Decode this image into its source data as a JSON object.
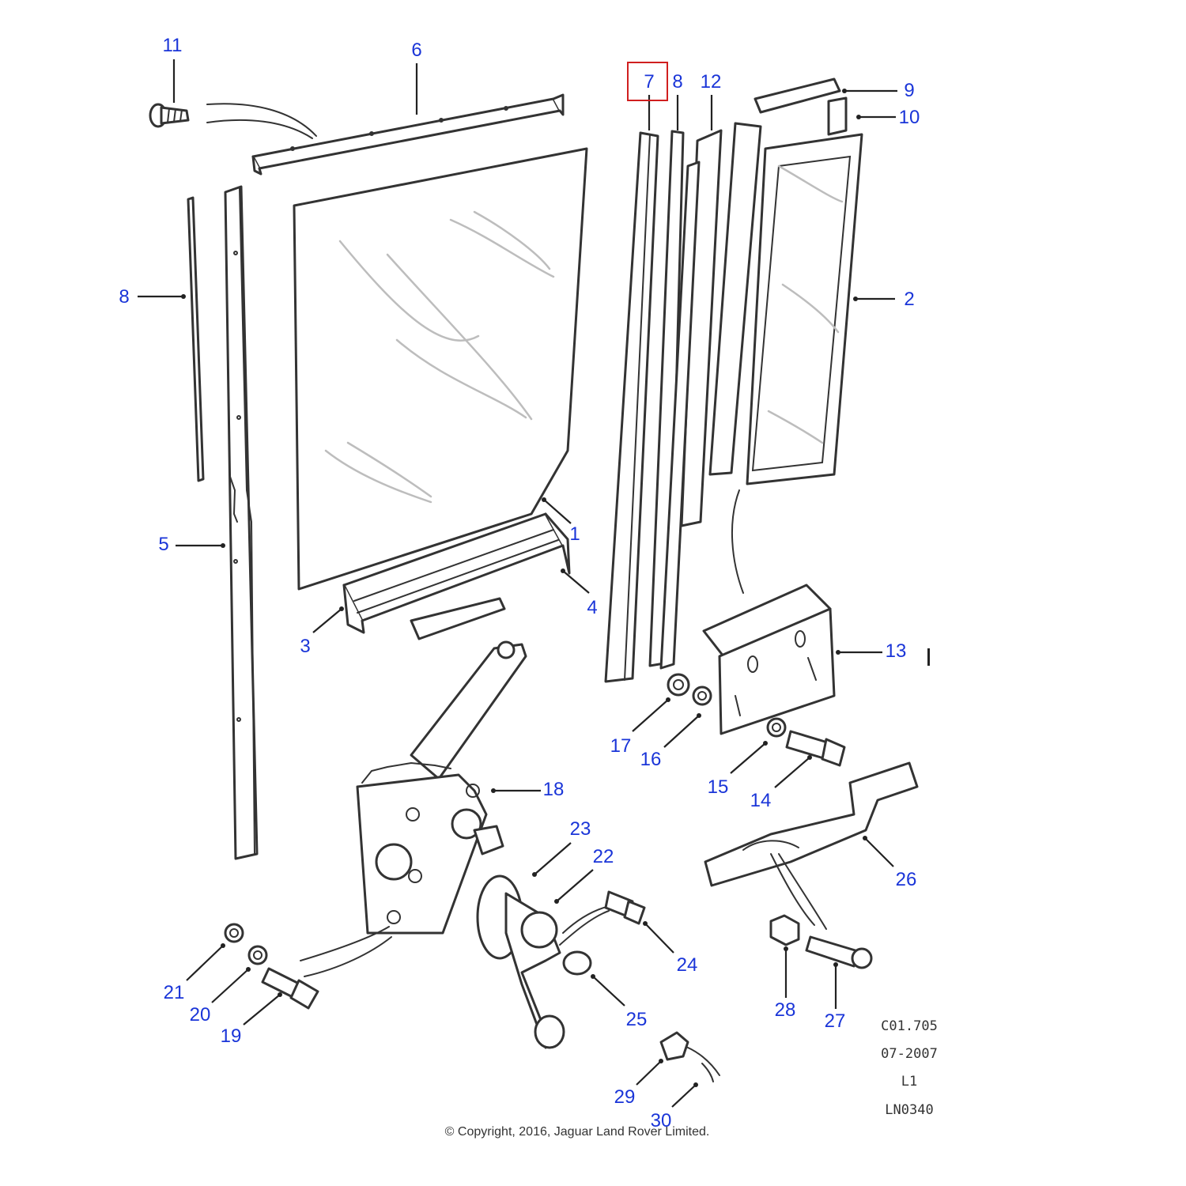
{
  "diagram": {
    "callouts": [
      {
        "id": "1",
        "label": "1"
      },
      {
        "id": "2",
        "label": "2"
      },
      {
        "id": "3",
        "label": "3"
      },
      {
        "id": "4",
        "label": "4"
      },
      {
        "id": "5",
        "label": "5"
      },
      {
        "id": "6",
        "label": "6"
      },
      {
        "id": "7",
        "label": "7"
      },
      {
        "id": "8a",
        "label": "8"
      },
      {
        "id": "8b",
        "label": "8"
      },
      {
        "id": "9",
        "label": "9"
      },
      {
        "id": "10",
        "label": "10"
      },
      {
        "id": "11",
        "label": "11"
      },
      {
        "id": "12",
        "label": "12"
      },
      {
        "id": "13",
        "label": "13"
      },
      {
        "id": "14",
        "label": "14"
      },
      {
        "id": "15",
        "label": "15"
      },
      {
        "id": "16",
        "label": "16"
      },
      {
        "id": "17",
        "label": "17"
      },
      {
        "id": "18",
        "label": "18"
      },
      {
        "id": "19",
        "label": "19"
      },
      {
        "id": "20",
        "label": "20"
      },
      {
        "id": "21",
        "label": "21"
      },
      {
        "id": "22",
        "label": "22"
      },
      {
        "id": "23",
        "label": "23"
      },
      {
        "id": "24",
        "label": "24"
      },
      {
        "id": "25",
        "label": "25"
      },
      {
        "id": "26",
        "label": "26"
      },
      {
        "id": "27",
        "label": "27"
      },
      {
        "id": "28",
        "label": "28"
      },
      {
        "id": "29",
        "label": "29"
      },
      {
        "id": "30",
        "label": "30"
      }
    ],
    "highlighted_callout": "7",
    "reference": {
      "line1": "C01.705",
      "line2": "07-2007",
      "line3": "L1",
      "line4": "LN0340"
    },
    "copyright": "© Copyright, 2016, Jaguar Land Rover Limited."
  },
  "colors": {
    "callout_text": "#1a35d8",
    "highlight_box": "#d01f1f",
    "line_art": "#333333"
  }
}
